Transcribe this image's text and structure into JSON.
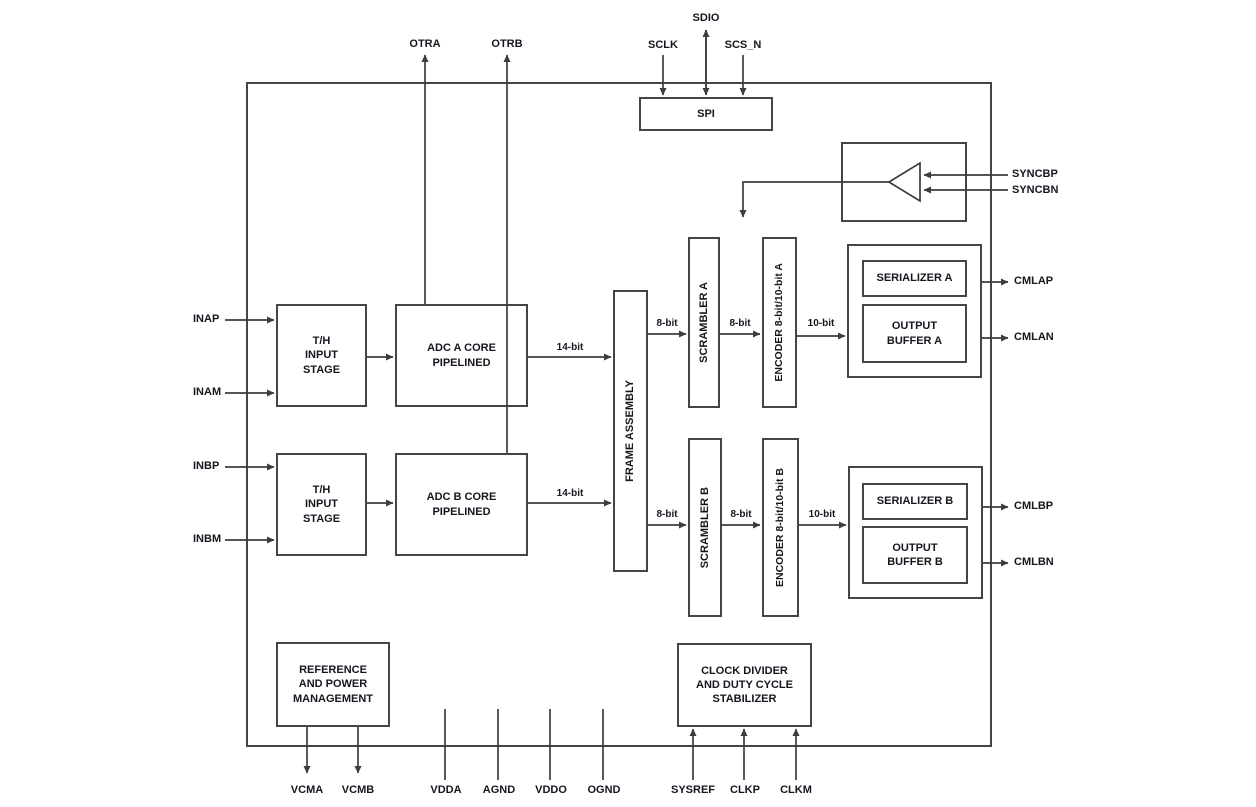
{
  "colors": {
    "wire": "#3d3d3d",
    "text": "#16161f",
    "background": "#ffffff"
  },
  "pins": {
    "top": {
      "otra": "OTRA",
      "otrb": "OTRB",
      "sclk": "SCLK",
      "sdio": "SDIO",
      "scs_n": "SCS_N"
    },
    "left": {
      "inap": "INAP",
      "inam": "INAM",
      "inbp": "INBP",
      "inbm": "INBM"
    },
    "right": {
      "syncbp": "SYNCBP",
      "syncbn": "SYNCBN",
      "cmlap": "CMLAP",
      "cmlan": "CMLAN",
      "cmlbp": "CMLBP",
      "cmlbn": "CMLBN"
    },
    "bottom": {
      "vcma": "VCMA",
      "vcmb": "VCMB",
      "vdda": "VDDA",
      "agnd": "AGND",
      "vddo": "VDDO",
      "ognd": "OGND",
      "sysref": "SYSREF",
      "clkp": "CLKP",
      "clkm": "CLKM"
    }
  },
  "blocks": {
    "spi": "SPI",
    "th_a": "T/H\nINPUT\nSTAGE",
    "adc_a": "ADC A CORE\nPIPELINED",
    "th_b": "T/H\nINPUT\nSTAGE",
    "adc_b": "ADC B CORE\nPIPELINED",
    "frame_assembly": "FRAME ASSEMBLY",
    "scrambler_a": "SCRAMBLER A",
    "encoder_a": "ENCODER 8-bit/10-bit A",
    "serializer_a": "SERIALIZER A",
    "output_buffer_a": "OUTPUT\nBUFFER A",
    "scrambler_b": "SCRAMBLER B",
    "encoder_b": "ENCODER 8-bit/10-bit B",
    "serializer_b": "SERIALIZER B",
    "output_buffer_b": "OUTPUT\nBUFFER B",
    "reference": "REFERENCE\nAND POWER\nMANAGEMENT",
    "clock_divider": "CLOCK DIVIDER\nAND DUTY CYCLE\nSTABILIZER"
  },
  "bus_labels": {
    "adc_a_out": "14-bit",
    "frame_a_out": "8-bit",
    "scrambler_a_out": "8-bit",
    "encoder_a_out": "10-bit",
    "adc_b_out": "14-bit",
    "frame_b_out": "8-bit",
    "scrambler_b_out": "8-bit",
    "encoder_b_out": "10-bit"
  }
}
